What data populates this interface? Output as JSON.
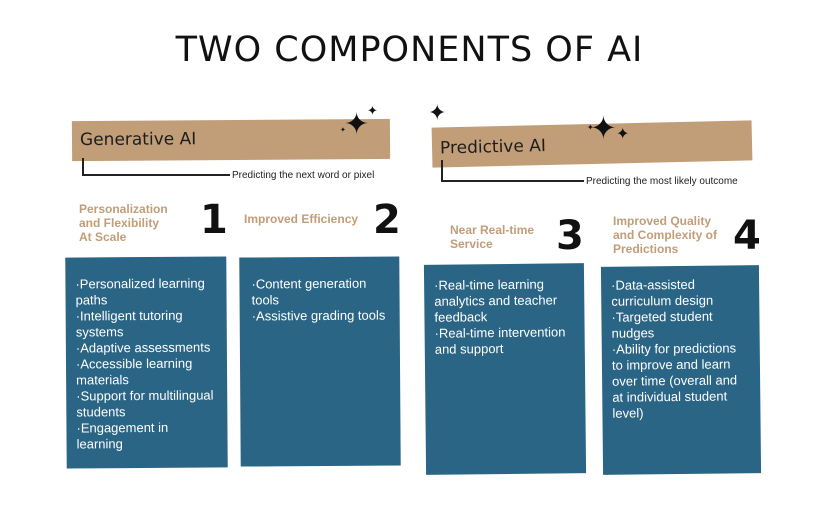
{
  "title": "TWO COMPONENTS OF AI",
  "generative": {
    "heading": "Generative AI",
    "subtitle": "Predicting the next word or pixel"
  },
  "predictive": {
    "heading": "Predictive AI",
    "subtitle": "Predicting the most likely outcome"
  },
  "sparkle_glyph": "✦",
  "components": [
    {
      "number": "1",
      "label_lines": [
        "Personalization",
        "and Flexibility",
        "At Scale"
      ],
      "items": [
        "·Personalized learning paths",
        "·Intelligent tutoring systems",
        "·Adaptive assessments",
        "·Accessible learning materials",
        "·Support for multilingual students",
        "·Engagement in learning"
      ]
    },
    {
      "number": "2",
      "label_lines": [
        "Improved Efficiency"
      ],
      "items": [
        "·Content generation tools",
        "·Assistive grading tools"
      ]
    },
    {
      "number": "3",
      "label_lines": [
        "Near Real-time",
        "Service"
      ],
      "items": [
        "·Real-time learning analytics and teacher feedback",
        "·Real-time intervention and support"
      ]
    },
    {
      "number": "4",
      "label_lines": [
        "Improved Quality",
        "and Complexity of",
        "Predictions"
      ],
      "items": [
        "·Data-assisted curriculum design",
        "·Targeted student nudges",
        "·Ability for predictions to improve and learn over time (overall and at individual student level)"
      ]
    }
  ]
}
